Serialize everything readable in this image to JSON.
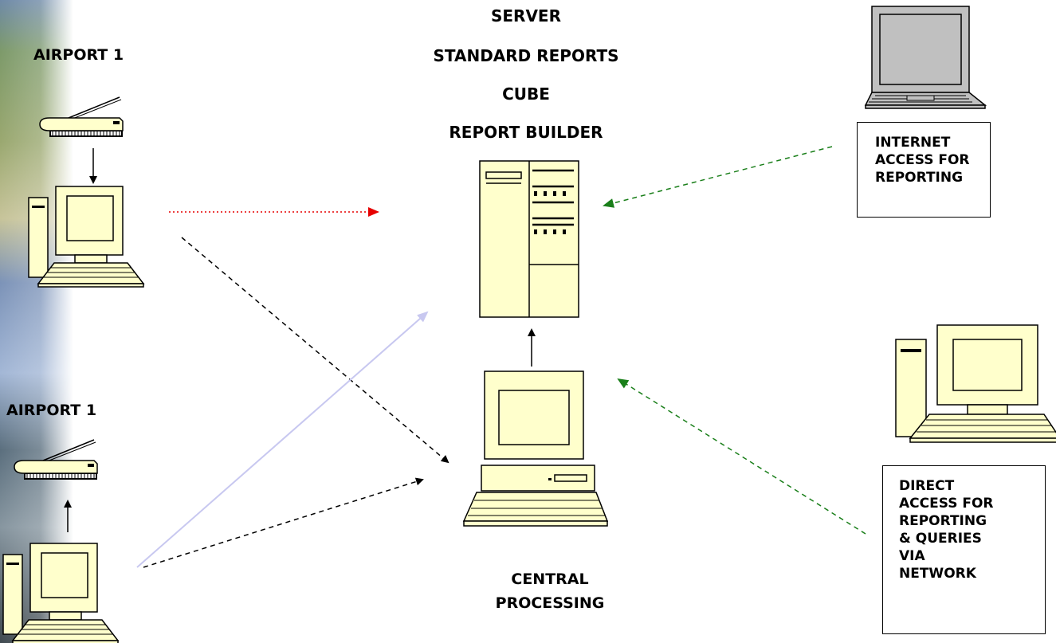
{
  "server_labels": [
    "SERVER",
    "STANDARD REPORTS",
    "CUBE",
    "REPORT BUILDER"
  ],
  "airport_top_label": "AIRPORT 1",
  "airport_bottom_label": "AIRPORT 1",
  "central_label": [
    "CENTRAL",
    "PROCESSING"
  ],
  "internet_box": [
    "INTERNET",
    "ACCESS FOR",
    "REPORTING"
  ],
  "direct_box": [
    "DIRECT",
    "ACCESS FOR",
    "REPORTING",
    "& QUERIES",
    "VIA",
    "NETWORK"
  ],
  "colors": {
    "device_fill": "#ffffcc",
    "arrow_red": "#e60000",
    "arrow_green": "#1a7f1a",
    "arrow_lavender": "#c8c8f0",
    "arrow_black": "#000000",
    "laptop_fill": "#c0c0c0"
  },
  "icons": [
    "scanner-icon",
    "desktop-computer-icon",
    "server-tower-icon",
    "laptop-icon"
  ]
}
